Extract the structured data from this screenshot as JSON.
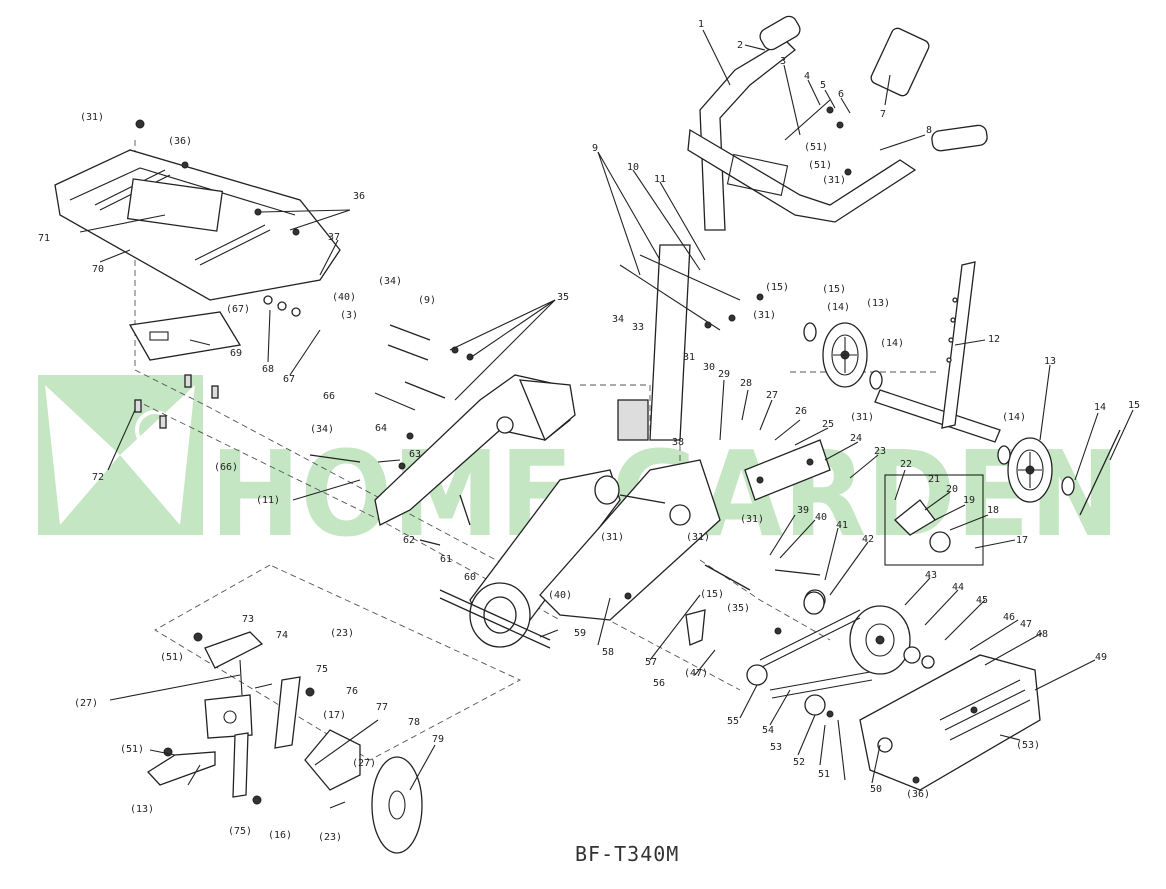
{
  "model": "BF-T340M",
  "watermark": "HOME GARDEN",
  "colors": {
    "line": "#222222",
    "watermark": "#3fae3a"
  },
  "labels": [
    {
      "id": "l1",
      "text": "1"
    },
    {
      "id": "l2",
      "text": "2"
    },
    {
      "id": "l3",
      "text": "3"
    },
    {
      "id": "l4",
      "text": "4"
    },
    {
      "id": "l5",
      "text": "5"
    },
    {
      "id": "l6",
      "text": "6"
    },
    {
      "id": "l7",
      "text": "7"
    },
    {
      "id": "l8",
      "text": "8"
    },
    {
      "id": "l9",
      "text": "9"
    },
    {
      "id": "l10",
      "text": "10"
    },
    {
      "id": "l11",
      "text": "11"
    },
    {
      "id": "l12",
      "text": "12"
    },
    {
      "id": "l13",
      "text": "13"
    },
    {
      "id": "l14",
      "text": "14"
    },
    {
      "id": "l15",
      "text": "15"
    },
    {
      "id": "l17",
      "text": "17"
    },
    {
      "id": "l18",
      "text": "18"
    },
    {
      "id": "l19",
      "text": "19"
    },
    {
      "id": "l20",
      "text": "20"
    },
    {
      "id": "l21",
      "text": "21"
    },
    {
      "id": "l22",
      "text": "22"
    },
    {
      "id": "l23",
      "text": "23"
    },
    {
      "id": "l24",
      "text": "24"
    },
    {
      "id": "l25",
      "text": "25"
    },
    {
      "id": "l26",
      "text": "26"
    },
    {
      "id": "l27",
      "text": "27"
    },
    {
      "id": "l28",
      "text": "28"
    },
    {
      "id": "l29",
      "text": "29"
    },
    {
      "id": "l30",
      "text": "30"
    },
    {
      "id": "l31a",
      "text": "31"
    },
    {
      "id": "l33",
      "text": "33"
    },
    {
      "id": "l34",
      "text": "34"
    },
    {
      "id": "l35",
      "text": "35"
    },
    {
      "id": "l36",
      "text": "36"
    },
    {
      "id": "l37",
      "text": "37"
    },
    {
      "id": "l38",
      "text": "38"
    },
    {
      "id": "l39",
      "text": "39"
    },
    {
      "id": "l40",
      "text": "40"
    },
    {
      "id": "l41",
      "text": "41"
    },
    {
      "id": "l42",
      "text": "42"
    },
    {
      "id": "l43",
      "text": "43"
    },
    {
      "id": "l44",
      "text": "44"
    },
    {
      "id": "l45",
      "text": "45"
    },
    {
      "id": "l46",
      "text": "46"
    },
    {
      "id": "l47",
      "text": "47"
    },
    {
      "id": "l48",
      "text": "48"
    },
    {
      "id": "l49",
      "text": "49"
    },
    {
      "id": "l50",
      "text": "50"
    },
    {
      "id": "l51",
      "text": "51"
    },
    {
      "id": "l52",
      "text": "52"
    },
    {
      "id": "l53",
      "text": "53"
    },
    {
      "id": "l54",
      "text": "54"
    },
    {
      "id": "l55",
      "text": "55"
    },
    {
      "id": "l56",
      "text": "56"
    },
    {
      "id": "l57",
      "text": "57"
    },
    {
      "id": "l58",
      "text": "58"
    },
    {
      "id": "l59",
      "text": "59"
    },
    {
      "id": "l60",
      "text": "60"
    },
    {
      "id": "l61",
      "text": "61"
    },
    {
      "id": "l62",
      "text": "62"
    },
    {
      "id": "l63",
      "text": "63"
    },
    {
      "id": "l64",
      "text": "64"
    },
    {
      "id": "l66",
      "text": "66"
    },
    {
      "id": "l67",
      "text": "67"
    },
    {
      "id": "l68",
      "text": "68"
    },
    {
      "id": "l69",
      "text": "69"
    },
    {
      "id": "l70",
      "text": "70"
    },
    {
      "id": "l71",
      "text": "71"
    },
    {
      "id": "l72",
      "text": "72"
    },
    {
      "id": "l73",
      "text": "73"
    },
    {
      "id": "l74",
      "text": "74"
    },
    {
      "id": "l75",
      "text": "75"
    },
    {
      "id": "l76",
      "text": "76"
    },
    {
      "id": "l77",
      "text": "77"
    },
    {
      "id": "l78",
      "text": "78"
    },
    {
      "id": "l79",
      "text": "79"
    },
    {
      "id": "p31a",
      "text": "(31)"
    },
    {
      "id": "p36a",
      "text": "(36)"
    },
    {
      "id": "p34a",
      "text": "(34)"
    },
    {
      "id": "p9",
      "text": "(9)"
    },
    {
      "id": "p67",
      "text": "(67)"
    },
    {
      "id": "p40",
      "text": "(40)"
    },
    {
      "id": "p51a",
      "text": "(51)"
    },
    {
      "id": "p51b",
      "text": "(51)"
    },
    {
      "id": "p3",
      "text": "(3)"
    },
    {
      "id": "p31b",
      "text": "(31)"
    },
    {
      "id": "p151",
      "text": "(15)"
    },
    {
      "id": "p152",
      "text": "(15)"
    },
    {
      "id": "p143",
      "text": "(14)"
    },
    {
      "id": "p131",
      "text": "(13)"
    },
    {
      "id": "p141",
      "text": "(14)"
    },
    {
      "id": "p14j",
      "text": "(14)"
    },
    {
      "id": "p31c",
      "text": "(31)"
    },
    {
      "id": "p31d",
      "text": "(31)"
    },
    {
      "id": "p31e",
      "text": "(31)"
    },
    {
      "id": "p31f",
      "text": "(31)"
    },
    {
      "id": "p66",
      "text": "(66)"
    },
    {
      "id": "p11",
      "text": "(11)"
    },
    {
      "id": "p34b",
      "text": "(34)"
    },
    {
      "id": "p40b",
      "text": "(40)"
    },
    {
      "id": "p15",
      "text": "(15)"
    },
    {
      "id": "p35",
      "text": "(35)"
    },
    {
      "id": "p47",
      "text": "(47)"
    },
    {
      "id": "p53",
      "text": "(53)"
    },
    {
      "id": "p36b",
      "text": "(36)"
    },
    {
      "id": "p23a",
      "text": "(23)"
    },
    {
      "id": "p27a",
      "text": "(27)"
    },
    {
      "id": "p17",
      "text": "(17)"
    },
    {
      "id": "p51c",
      "text": "(51)"
    },
    {
      "id": "p13",
      "text": "(13)"
    },
    {
      "id": "p75",
      "text": "(75)"
    },
    {
      "id": "p16",
      "text": "(16)"
    },
    {
      "id": "p23b",
      "text": "(23)"
    },
    {
      "id": "p27b",
      "text": "(27)"
    },
    {
      "id": "p51d",
      "text": "(51)"
    },
    {
      "id": "p31g",
      "text": "(31)"
    }
  ]
}
